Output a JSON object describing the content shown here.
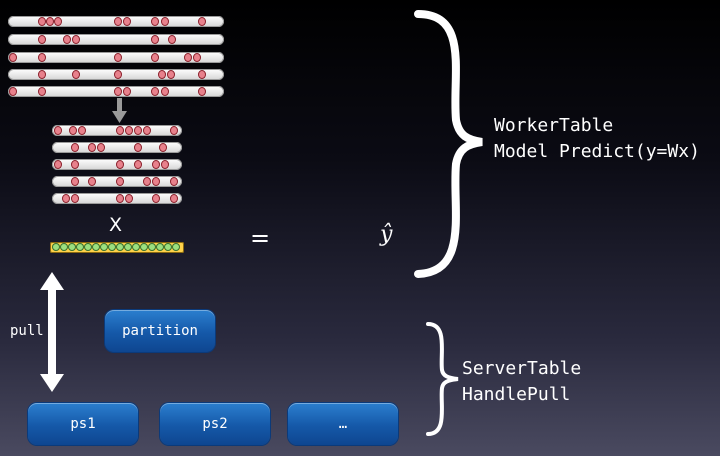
{
  "top_label": "WorkerTable\nModel Predict(y=Wx)",
  "top_label_line1": "WorkerTable",
  "top_label_line2": "Model Predict(y=Wx)",
  "bottom_label_line1": "ServerTable",
  "bottom_label_line2": "HandlePull",
  "multiply_symbol": "X",
  "equals_symbol": "=",
  "yhat_symbol": "ŷ",
  "pull_label": "pull",
  "partition_label": "partition",
  "servers": [
    "ps1",
    "ps2",
    "…"
  ],
  "colors": {
    "row_dot": "#e8818c",
    "vector_dot": "#9be07f",
    "vector_bar": "#ffd24a",
    "button": "#1b64b4"
  }
}
